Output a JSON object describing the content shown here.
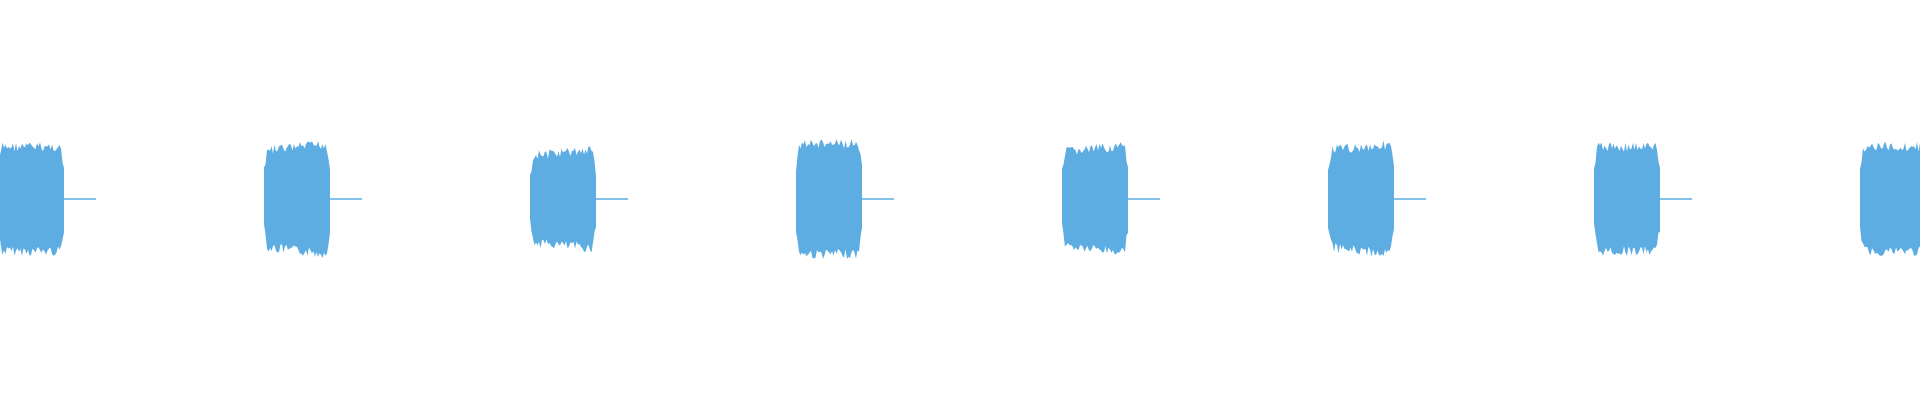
{
  "waveform": {
    "color": "#5dade2",
    "background": "#ffffff",
    "bursts": [
      {
        "amplitude": 0.9,
        "shape": "flat",
        "tail": true
      },
      {
        "amplitude": 0.95,
        "shape": "rising",
        "tail": true
      },
      {
        "amplitude": 0.85,
        "shape": "rising",
        "tail": true
      },
      {
        "amplitude": 0.95,
        "shape": "flat",
        "tail": true
      },
      {
        "amplitude": 0.92,
        "shape": "rising",
        "tail": true
      },
      {
        "amplitude": 0.95,
        "shape": "rising",
        "tail": true
      },
      {
        "amplitude": 0.9,
        "shape": "flat",
        "tail": true
      },
      {
        "amplitude": 0.9,
        "shape": "flat",
        "tail": false
      }
    ]
  }
}
